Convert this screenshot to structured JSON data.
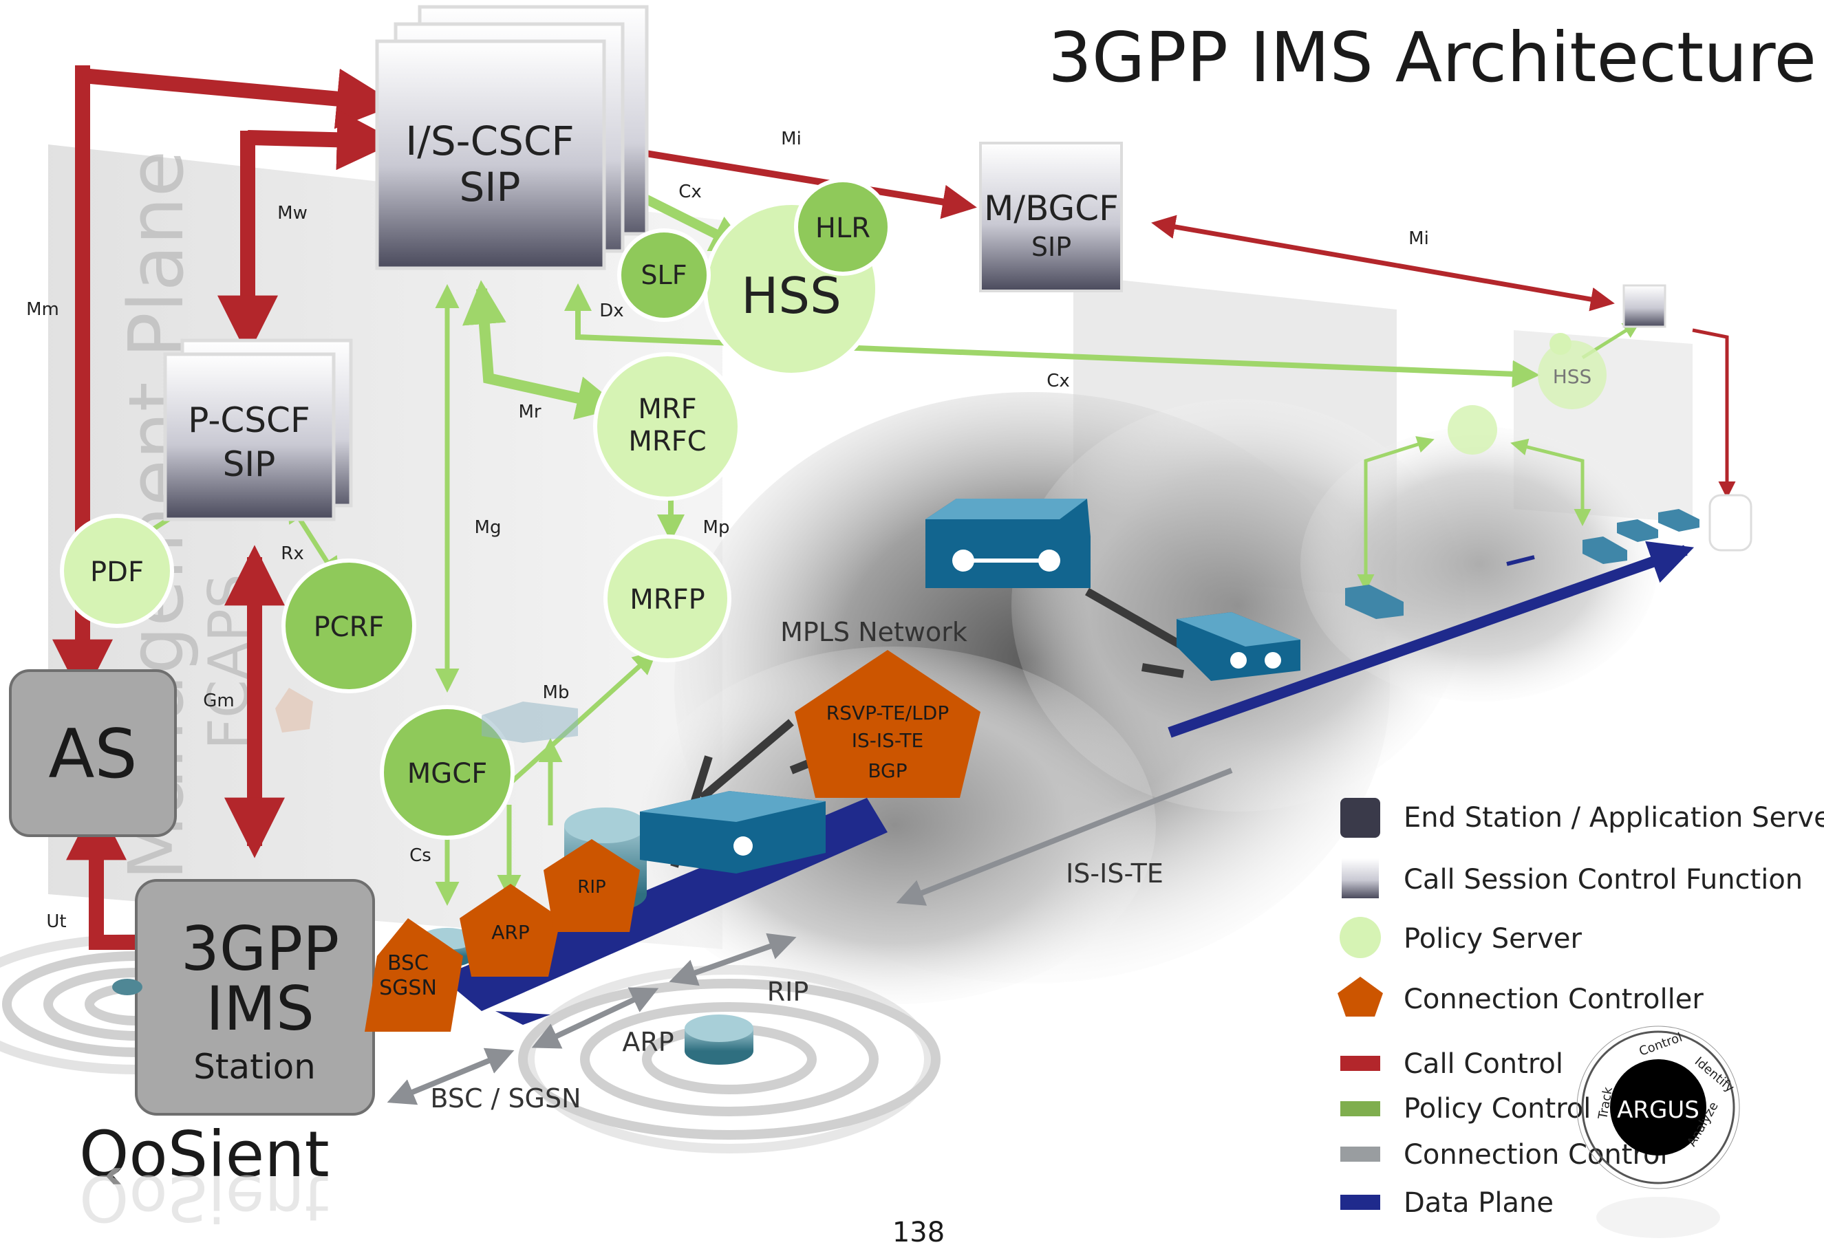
{
  "title": "3GPP IMS Architecture",
  "page_number": "138",
  "watermark_plane": "Management Plane",
  "watermark_fcaps": "FCAPS",
  "logo": "QoSient",
  "nodes": {
    "cscf_line1": "I/S-CSCF",
    "cscf_line2": "SIP",
    "pcscf_line1": "P-CSCF",
    "pcscf_line2": "SIP",
    "mbgcf_line1": "M/BGCF",
    "mbgcf_line2": "SIP",
    "as": "AS",
    "station_line1": "3GPP",
    "station_line2": "IMS",
    "station_line3": "Station",
    "hss": "HSS",
    "hlr": "HLR",
    "slf": "SLF",
    "mrf_line1": "MRF",
    "mrf_line2": "MRFC",
    "mrfp": "MRFP",
    "pdf": "PDF",
    "pcrf": "PCRF",
    "mgcf": "MGCF",
    "remote_hss": "HSS",
    "bsc_line1": "BSC",
    "bsc_line2": "SGSN",
    "arp_pent": "ARP",
    "rip_pent": "RIP",
    "rsvp_line1": "RSVP-TE/LDP",
    "rsvp_line2": "IS-IS-TE",
    "rsvp_line3": "BGP",
    "mpls": "MPLS Network",
    "isiste": "IS-IS-TE",
    "rip_label": "RIP",
    "arp_label": "ARP",
    "bsc_sgsn_label": "BSC / SGSN"
  },
  "interfaces": {
    "mi_top": "Mi",
    "mi_right": "Mi",
    "cx_top": "Cx",
    "cx_long": "Cx",
    "dx": "Dx",
    "mw": "Mw",
    "mm": "Mm",
    "mr": "Mr",
    "mg": "Mg",
    "mp": "Mp",
    "mb": "Mb",
    "rx": "Rx",
    "gm": "Gm",
    "cs": "Cs",
    "ut": "Ut"
  },
  "legend": [
    {
      "label": "End Station / Application Server",
      "color": "#3a3a4a",
      "shape": "rounded-square"
    },
    {
      "label": "Call Session Control Function",
      "color": "#d6d6e0",
      "shape": "gradient-square"
    },
    {
      "label": "Policy Server",
      "color": "#d6f3b4",
      "shape": "circle"
    },
    {
      "label": "Connection Controller",
      "color": "#cc5500",
      "shape": "pentagon"
    },
    {
      "label": "Call Control",
      "color": "#b3262b",
      "shape": "bar"
    },
    {
      "label": "Policy Control",
      "color": "#7fae4e",
      "shape": "bar"
    },
    {
      "label": "Connection Control",
      "color": "#999da0",
      "shape": "bar"
    },
    {
      "label": "Data Plane",
      "color": "#1f2a8c",
      "shape": "bar"
    }
  ],
  "argus": {
    "center": "ARGUS",
    "steps": [
      "Control",
      "Identify",
      "Analyze",
      "Track"
    ]
  },
  "colors": {
    "call_control": "#b3262b",
    "policy_control": "#9fd66a",
    "connection_control": "#8c8f94",
    "data_plane": "#1f2a8c",
    "policy_server_fill": "#d6f3b4",
    "policy_server_dark": "#8fc95a",
    "connection_controller": "#cc5500",
    "switch_blue": "#12658f"
  }
}
